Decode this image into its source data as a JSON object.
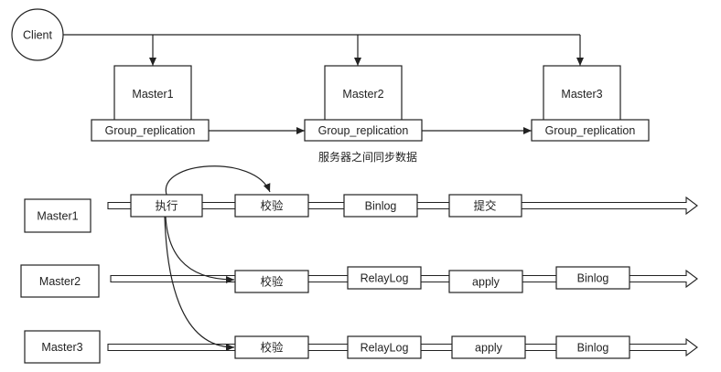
{
  "client": {
    "label": "Client"
  },
  "masters": [
    {
      "label": "Master1",
      "group": "Group_replication"
    },
    {
      "label": "Master2",
      "group": "Group_replication"
    },
    {
      "label": "Master3",
      "group": "Group_replication"
    }
  ],
  "sync_caption": "服务器之间同步数据",
  "pipelines": [
    {
      "node": "Master1",
      "steps": [
        "执行",
        "校验",
        "Binlog",
        "提交"
      ]
    },
    {
      "node": "Master2",
      "steps": [
        "校验",
        "RelayLog",
        "apply",
        "Binlog"
      ]
    },
    {
      "node": "Master3",
      "steps": [
        "校验",
        "RelayLog",
        "apply",
        "Binlog"
      ]
    }
  ]
}
